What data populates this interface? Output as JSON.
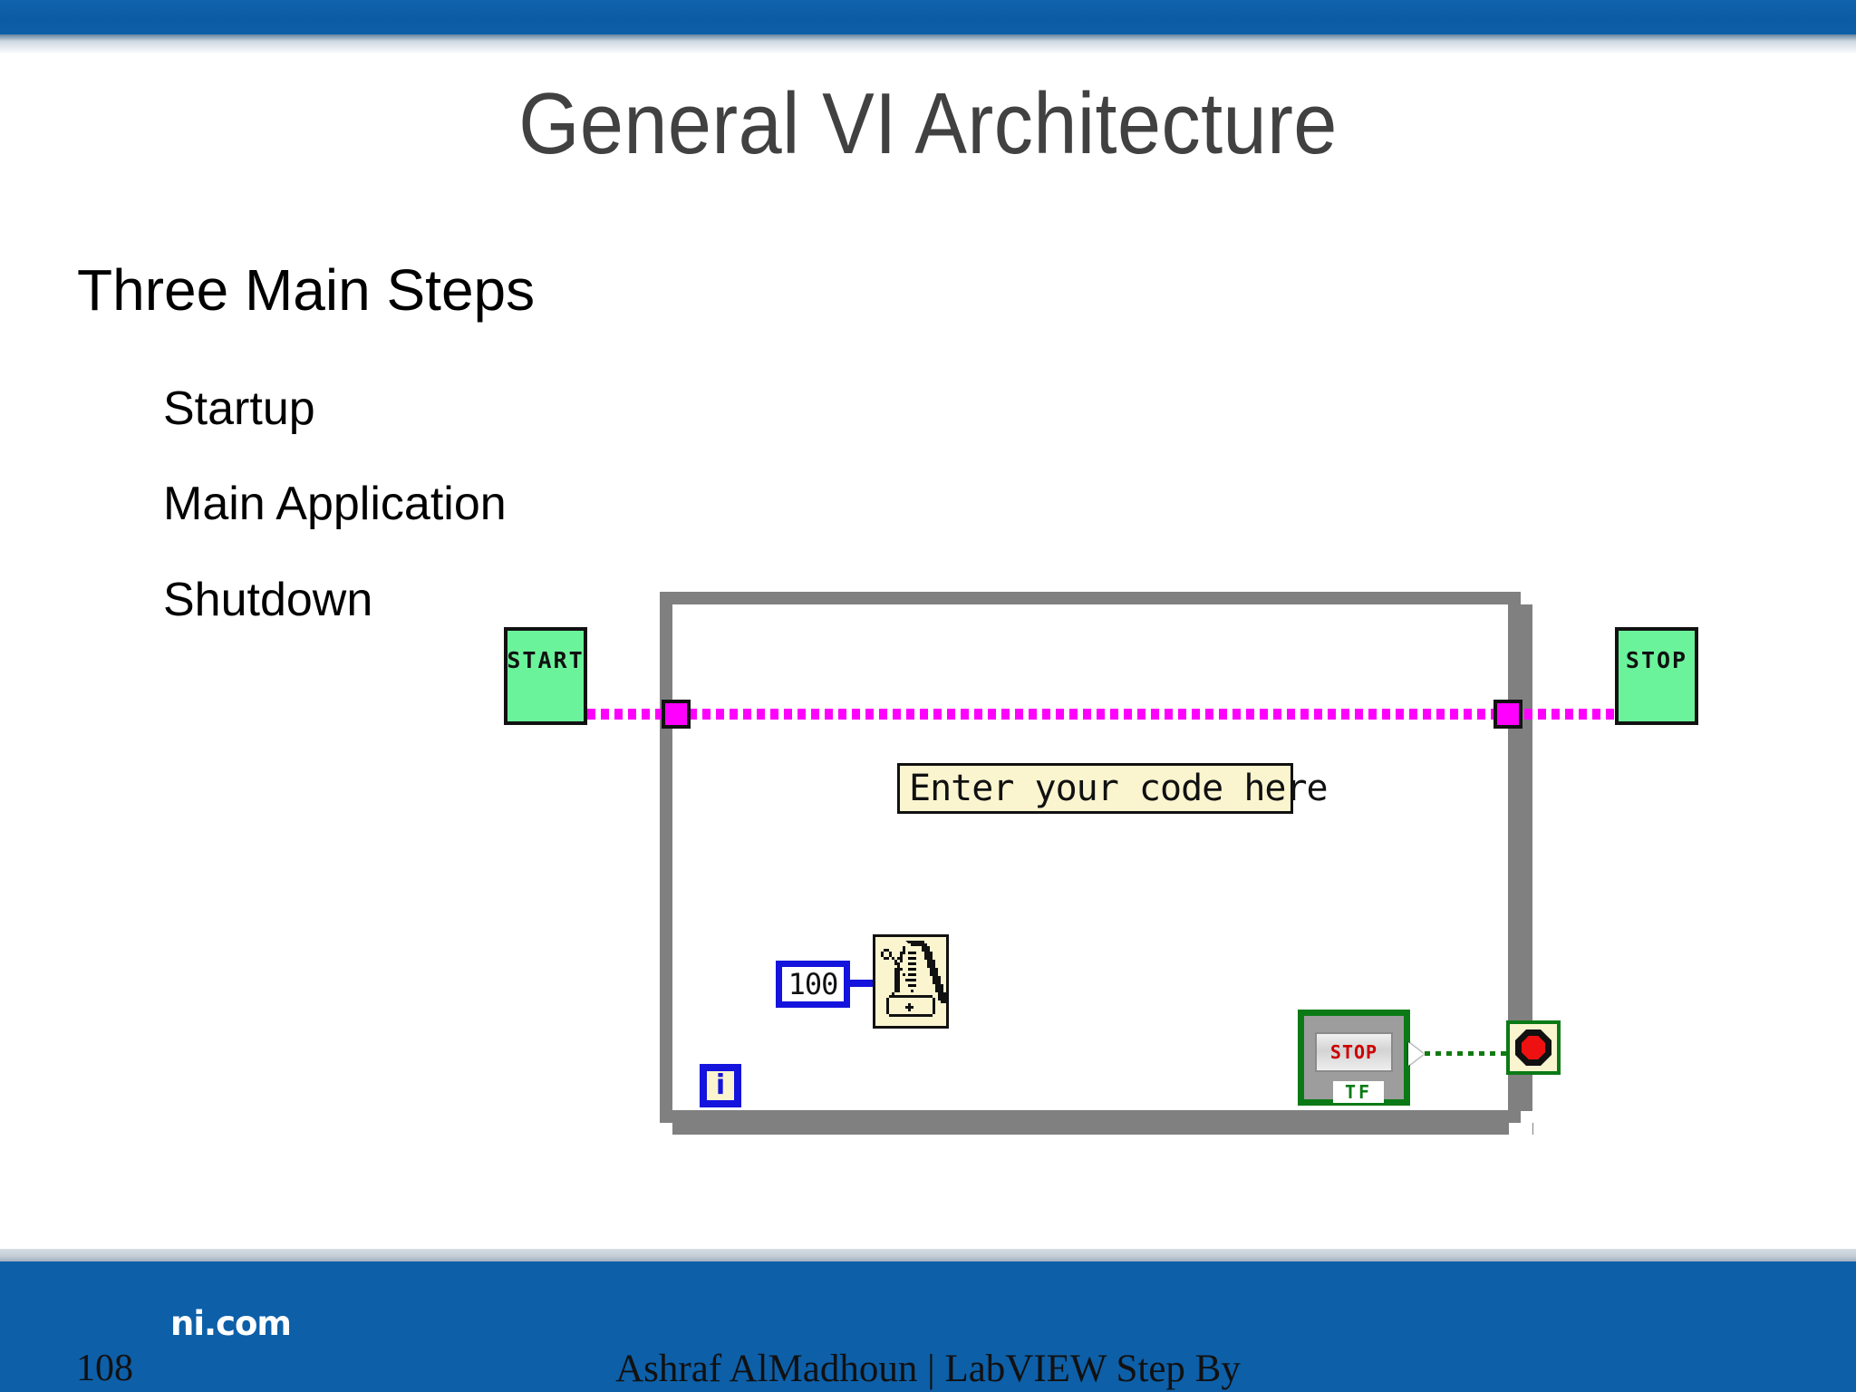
{
  "slide": {
    "title": "General VI Architecture",
    "page_number": "108",
    "colors": {
      "header_blue": "#0d5fa8",
      "footer_blue": "#0d5fa8",
      "title_gray": "#414141",
      "loop_gray": "#808080",
      "state_green": "#6bf39b",
      "wire_magenta": "#ff00ff",
      "constant_blue": "#1414dd",
      "terminal_green": "#0b7a16",
      "icon_cream": "#faf5cf",
      "stop_red": "#cc0000"
    }
  },
  "body": {
    "heading": "Three Main Steps",
    "steps": [
      {
        "label": "Startup"
      },
      {
        "label": "Main Application"
      },
      {
        "label": "Shutdown"
      }
    ]
  },
  "diagram": {
    "start_node": {
      "label": "START"
    },
    "stop_node": {
      "label": "STOP"
    },
    "comment_box": {
      "text": "Enter your code here"
    },
    "wait_constant": {
      "value": "100"
    },
    "wait_function": {
      "name": "wait-ms-metronome-icon"
    },
    "iteration_terminal": {
      "label": "i"
    },
    "stop_control": {
      "label": "STOP",
      "datatype": "TF"
    },
    "conditional_terminal": {
      "name": "stop-sign-icon"
    }
  },
  "footer": {
    "logo": "ni.com",
    "credit": "Ashraf AlMadhoun | LabVIEW Step By"
  }
}
